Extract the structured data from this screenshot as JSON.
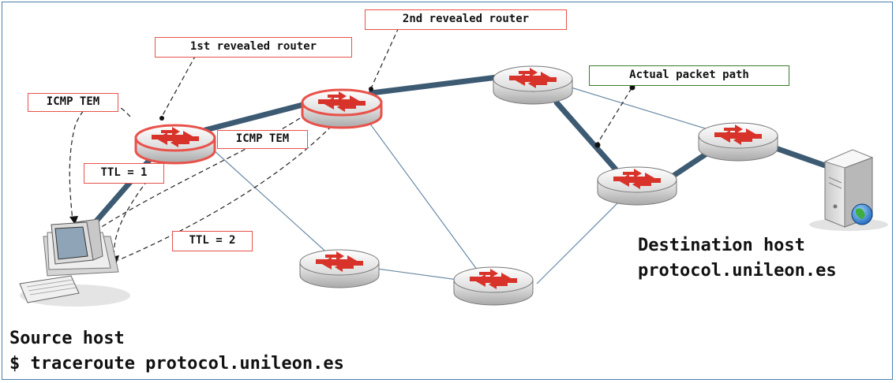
{
  "labels": {
    "first_router": "1st revealed router",
    "second_router": "2nd revealed router",
    "icmp_tem_top": "ICMP TEM",
    "icmp_tem_mid": "ICMP TEM",
    "ttl1": "TTL = 1",
    "ttl2": "TTL = 2",
    "actual_path": "Actual packet path"
  },
  "destination": {
    "title": "Destination host",
    "name": "protocol.unileon.es"
  },
  "source": {
    "title": "Source host",
    "command": "$ traceroute protocol.unileon.es"
  },
  "colors": {
    "frame": "#4a7fb0",
    "revealed_router": "#e8524a",
    "path": "#3d5a73",
    "link": "#6a8aa6",
    "callout_green": "#3c7a2e"
  }
}
